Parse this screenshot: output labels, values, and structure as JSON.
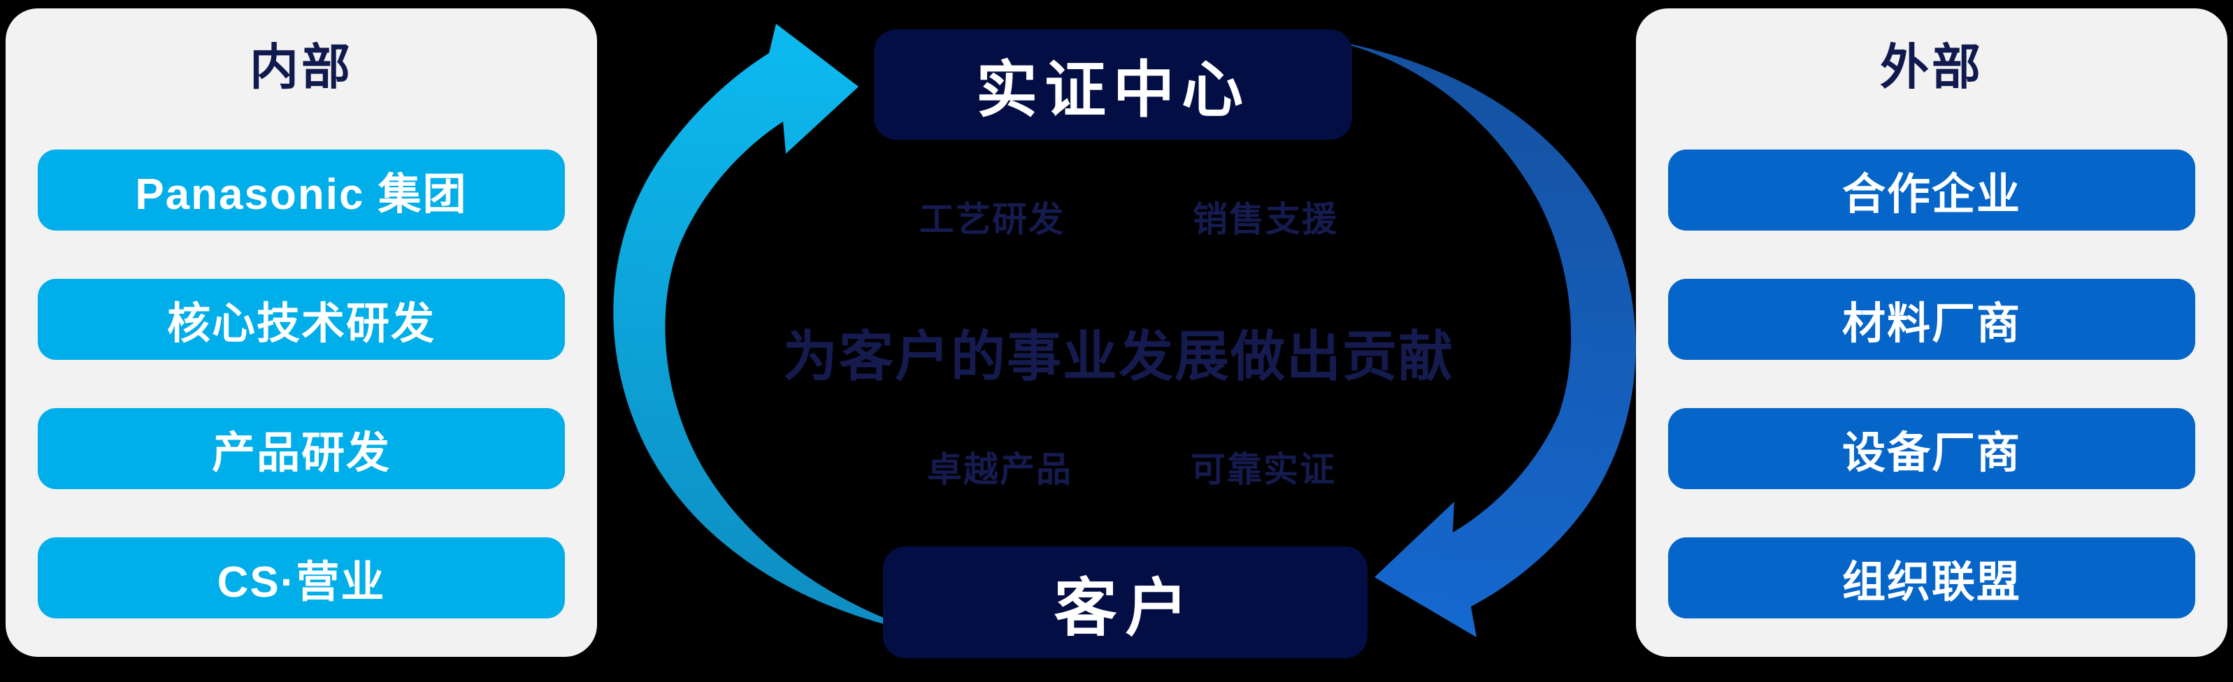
{
  "colors": {
    "background": "#000000",
    "panel_bg": "#F2F2F2",
    "navy_box_bg": "#030F44",
    "navy_text": "#151B4F",
    "title_text": "#101A4E",
    "left_button_bg": "#00AEE9",
    "right_button_bg": "#0565C8",
    "button_text": "#FFFFFF",
    "arrow_up_start": "#0E8ABE",
    "arrow_up_end": "#0CBAF0",
    "arrow_down_start": "#15519F",
    "arrow_down_end": "#1568CF"
  },
  "left_panel": {
    "title": "内部",
    "items": [
      "Panasonic 集团",
      "核心技术研发",
      "产品研发",
      "CS·营业"
    ]
  },
  "right_panel": {
    "title": "外部",
    "items": [
      "合作企业",
      "材料厂商",
      "设备厂商",
      "组织联盟"
    ]
  },
  "center": {
    "top_box": "实证中心",
    "bottom_box": "客户",
    "tagline": "为客户的事业发展做出贡献",
    "labels": {
      "top_left": "工艺研发",
      "top_right": "销售支援",
      "bottom_left": "卓越产品",
      "bottom_right": "可靠实证"
    }
  }
}
